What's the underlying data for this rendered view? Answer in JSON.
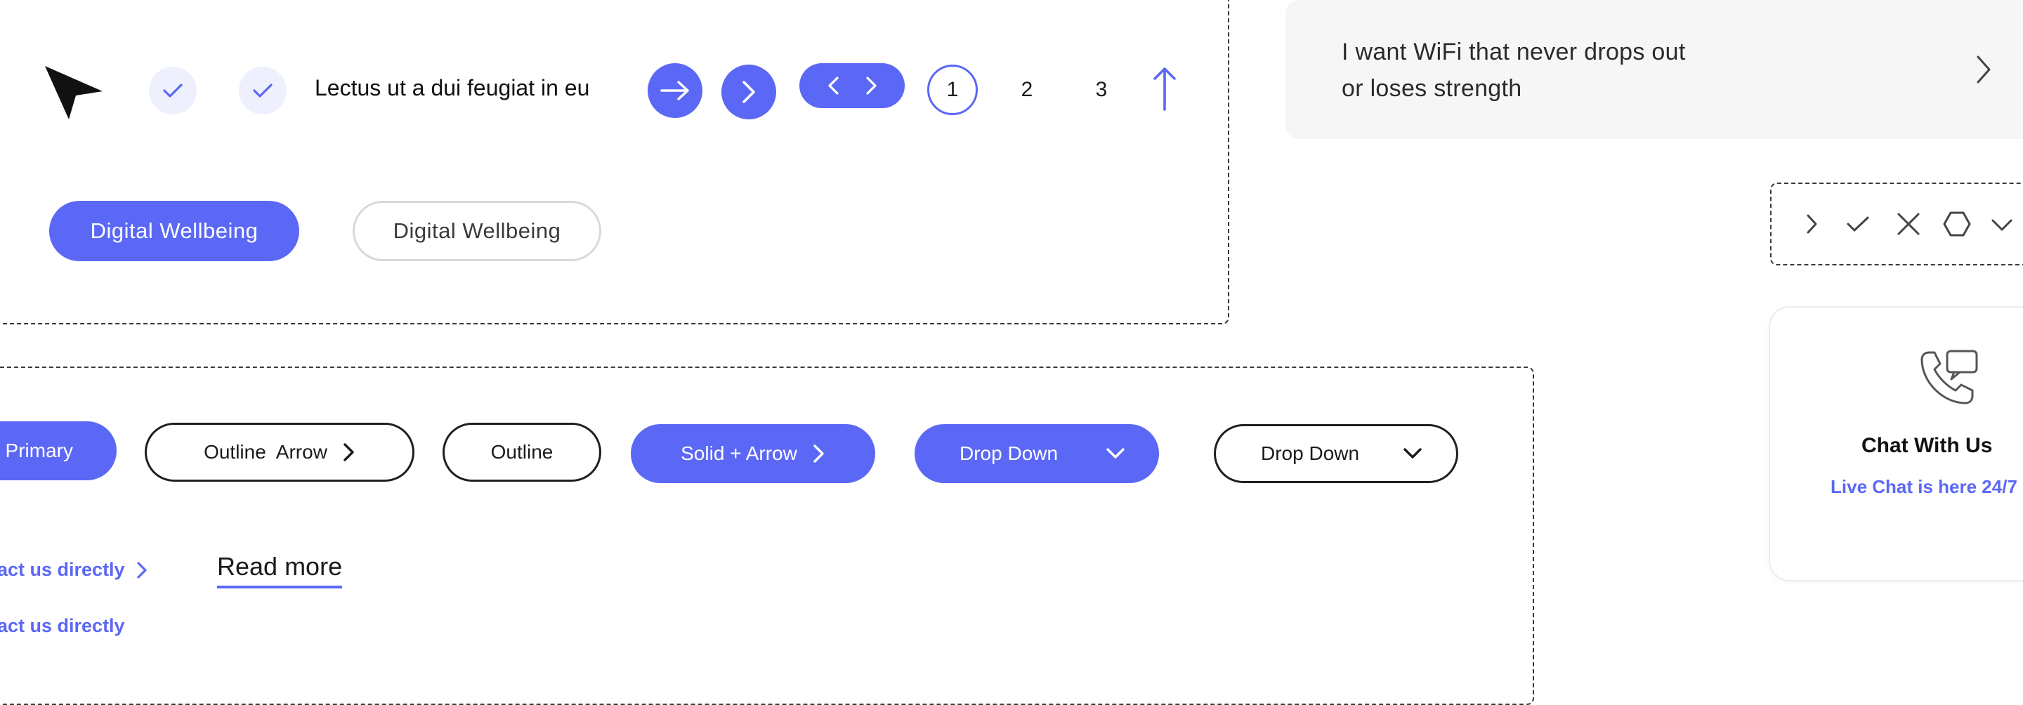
{
  "colors": {
    "accent": "#5b68f5",
    "accent_soft": "#eef0fd",
    "card_bg": "#f6f6f6",
    "outline": "#1f1f1f"
  },
  "top_panel": {
    "icons": [
      "cursor-arrow-icon",
      "check-icon",
      "check-icon",
      "arrow-right-icon",
      "chevron-right-icon",
      "chevron-left-icon",
      "arrow-up-icon"
    ],
    "sample_text": "Lectus ut a dui feugiat in eu",
    "pagination": [
      "1",
      "2",
      "3"
    ],
    "active_page": "1",
    "pills": {
      "solid_label": "Digital Wellbeing",
      "ghost_label": "Digital Wellbeing"
    }
  },
  "buttons_panel": {
    "primary_label": "Primary",
    "outline_arrow_label": "Outline  Arrow",
    "outline_label": "Outline",
    "solid_arrow_label": "Solid + Arrow",
    "dropdown_solid_label": "Drop Down",
    "dropdown_outline_label": "Drop Down",
    "link_arrow_label": "act us directly",
    "read_more_label": "Read more",
    "link_plain_label": "act us directly"
  },
  "faq_card": {
    "question_line1": "I want WiFi that never drops out",
    "question_line2": "or loses strength"
  },
  "icon_strip": [
    "chevron-right-icon",
    "check-icon",
    "close-icon",
    "hexagon-icon",
    "chevron-down-icon"
  ],
  "chat_card": {
    "icon": "phone-chat-icon",
    "title": "Chat With Us",
    "subtitle": "Live Chat is here 24/7"
  }
}
